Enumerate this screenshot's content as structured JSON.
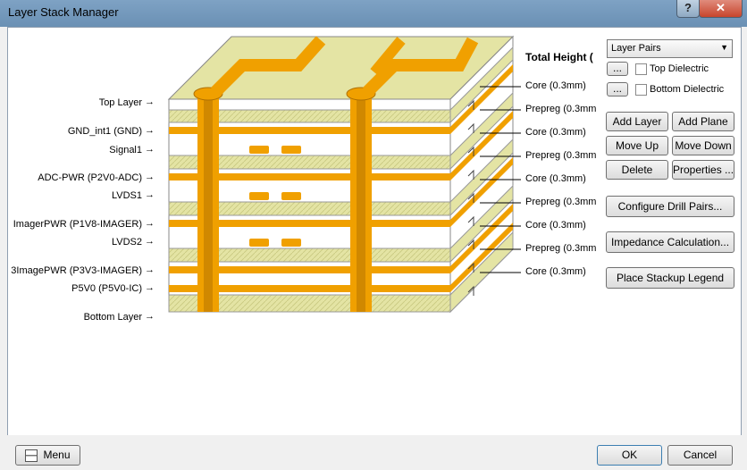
{
  "window": {
    "title": "Layer Stack Manager",
    "help_label": "?",
    "close_label": "✕"
  },
  "left_labels": [
    "Top Layer",
    "GND_int1 (GND)",
    "Signal1",
    "ADC-PWR (P2V0-ADC)",
    "LVDS1",
    "ImagerPWR (P1V8-IMAGER)",
    "LVDS2",
    "3ImagePWR (P3V3-IMAGER)",
    "P5V0 (P5V0-IC)",
    "Bottom Layer"
  ],
  "right_labels": [
    "Core (0.3mm)",
    "Prepreg (0.3mm",
    "Core (0.3mm)",
    "Prepreg (0.3mm",
    "Core (0.3mm)",
    "Prepreg (0.3mm",
    "Core (0.3mm)",
    "Prepreg (0.3mm",
    "Core (0.3mm)"
  ],
  "total_height_label": "Total Height (",
  "controls": {
    "layer_pairs": "Layer Pairs",
    "dots": "...",
    "top_dielectric": "Top Dielectric",
    "bottom_dielectric": "Bottom Dielectric",
    "add_layer": "Add Layer",
    "add_plane": "Add Plane",
    "move_up": "Move Up",
    "move_down": "Move Down",
    "delete": "Delete",
    "properties": "Properties ...",
    "configure_drill_pairs": "Configure Drill Pairs...",
    "impedance_calculation": "Impedance Calculation...",
    "place_stackup_legend": "Place Stackup Legend"
  },
  "footer": {
    "menu": "Menu",
    "ok": "OK",
    "cancel": "Cancel"
  },
  "colors": {
    "copper": "#f0a000",
    "dielectric": "#e4e4a4",
    "core": "#ffffff"
  }
}
